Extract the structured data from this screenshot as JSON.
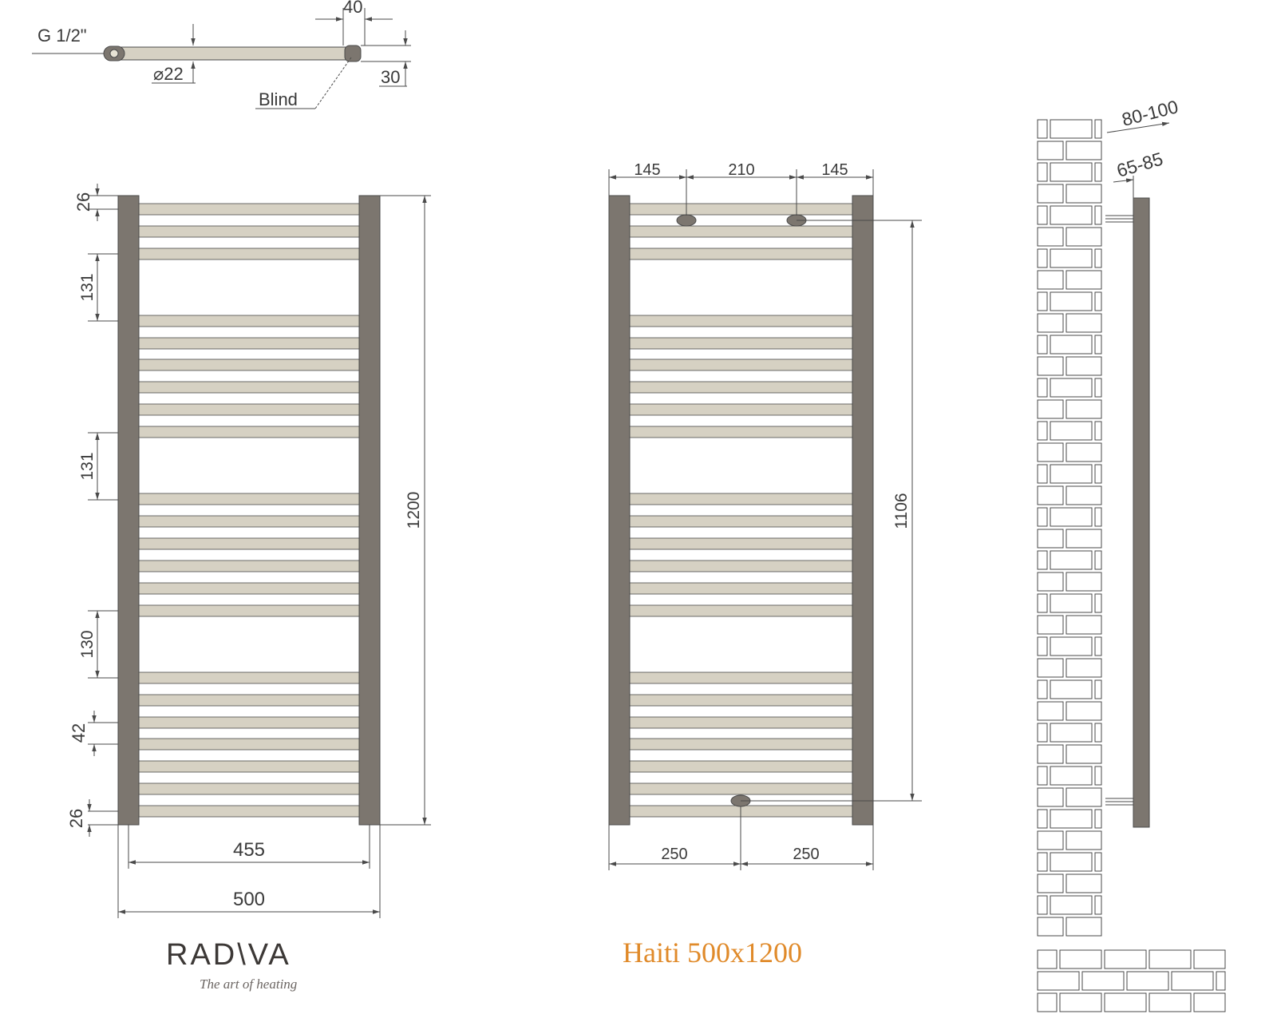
{
  "colors": {
    "frame": "#7c766f",
    "rail": "#d6d1c3",
    "outline": "#4a4a4a",
    "accent": "#e08a2a"
  },
  "pipe_detail": {
    "thread_label": "G 1/2\"",
    "diameter_label": "⌀22",
    "width_label": "40",
    "height_label": "30",
    "blind_label": "Blind"
  },
  "front_view": {
    "height_label": "1200",
    "top_gap_label": "26",
    "bottom_gap_label": "26",
    "gap_labels": [
      "131",
      "131",
      "130"
    ],
    "pitch_label": "42",
    "inner_width_label": "455",
    "outer_width_label": "500"
  },
  "connection_view": {
    "top_labels": [
      "145",
      "210",
      "145"
    ],
    "bottom_labels": [
      "250",
      "250"
    ],
    "centre_label": "1106"
  },
  "side_view": {
    "wall_offset_label": "80-100",
    "bracket_offset_label": "65-85"
  },
  "brand": {
    "name": "RAD\\VA",
    "tagline": "The art of heating"
  },
  "model_title": "Haiti 500x1200"
}
